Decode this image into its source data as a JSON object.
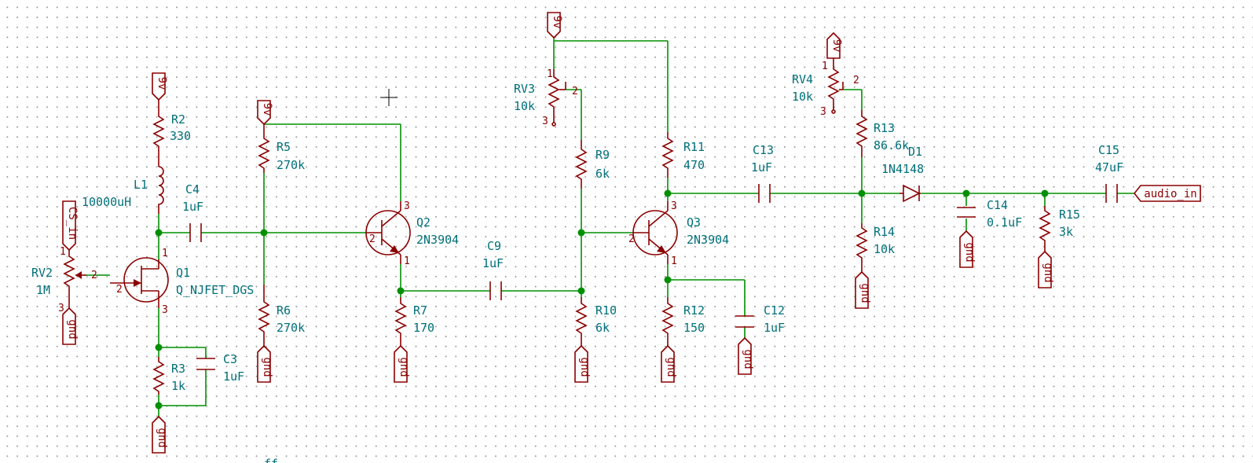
{
  "components": {
    "R2": {
      "ref": "R2",
      "value": "330"
    },
    "L1": {
      "ref": "L1",
      "value": "10000uH"
    },
    "C4": {
      "ref": "C4",
      "value": "1uF"
    },
    "R5": {
      "ref": "R5",
      "value": "270k"
    },
    "R6": {
      "ref": "R6",
      "value": "270k"
    },
    "Q1": {
      "ref": "Q1",
      "value": "Q_NJFET_DGS"
    },
    "RV2": {
      "ref": "RV2",
      "value": "1M"
    },
    "R3": {
      "ref": "R3",
      "value": "1k"
    },
    "C3": {
      "ref": "C3",
      "value": "1uF"
    },
    "Q2": {
      "ref": "Q2",
      "value": "2N3904"
    },
    "R7": {
      "ref": "R7",
      "value": "170"
    },
    "C9": {
      "ref": "C9",
      "value": "1uF"
    },
    "RV3": {
      "ref": "RV3",
      "value": "10k"
    },
    "R9": {
      "ref": "R9",
      "value": "6k"
    },
    "R10": {
      "ref": "R10",
      "value": "6k"
    },
    "Q3": {
      "ref": "Q3",
      "value": "2N3904"
    },
    "R11": {
      "ref": "R11",
      "value": "470"
    },
    "R12": {
      "ref": "R12",
      "value": "150"
    },
    "C12": {
      "ref": "C12",
      "value": "1uF"
    },
    "C13": {
      "ref": "C13",
      "value": "1uF"
    },
    "RV4": {
      "ref": "RV4",
      "value": "10k"
    },
    "R13": {
      "ref": "R13",
      "value": "86.6k"
    },
    "D1": {
      "ref": "D1",
      "value": "1N4148"
    },
    "R14": {
      "ref": "R14",
      "value": "10k"
    },
    "C14": {
      "ref": "C14",
      "value": "0.1uF"
    },
    "R15": {
      "ref": "R15",
      "value": "3k"
    },
    "C15": {
      "ref": "C15",
      "value": "47uF"
    }
  },
  "labels": {
    "vcc": "9v",
    "ground": "gnd",
    "cs_in": "CS_in",
    "audio_in": "audio_in",
    "partial_bottom": "ff"
  },
  "pins": {
    "p1": "1",
    "p2": "2",
    "p3": "3"
  },
  "colors": {
    "wire": "#009000",
    "symbol": "#8b0000",
    "reference_text": "#00707a",
    "grid_dot": "#9a9a9a"
  }
}
